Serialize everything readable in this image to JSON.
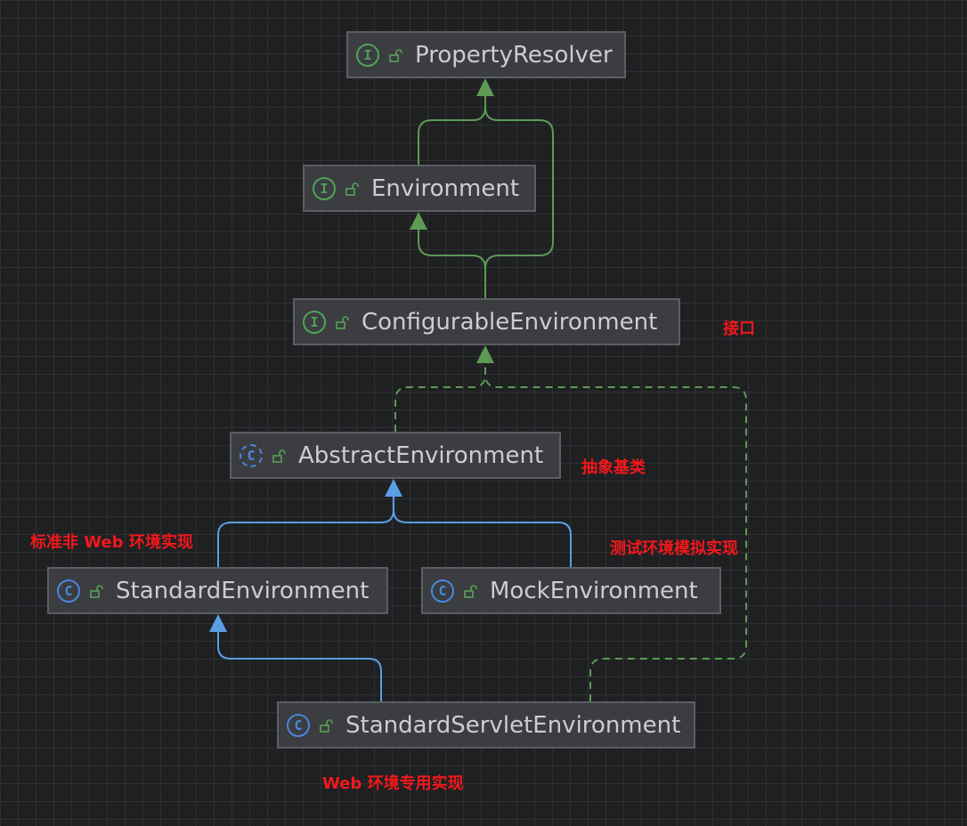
{
  "diagram": {
    "nodes": {
      "property_resolver": {
        "label": "PropertyResolver",
        "kind": "interface",
        "icon": "I"
      },
      "environment": {
        "label": "Environment",
        "kind": "interface",
        "icon": "I"
      },
      "configurable_environment": {
        "label": "ConfigurableEnvironment",
        "kind": "interface",
        "icon": "I"
      },
      "abstract_environment": {
        "label": "AbstractEnvironment",
        "kind": "abstract-class",
        "icon": "C"
      },
      "standard_environment": {
        "label": "StandardEnvironment",
        "kind": "class",
        "icon": "C"
      },
      "mock_environment": {
        "label": "MockEnvironment",
        "kind": "class",
        "icon": "C"
      },
      "standard_servlet_environment": {
        "label": "StandardServletEnvironment",
        "kind": "class",
        "icon": "C"
      }
    },
    "relations": [
      {
        "from": "Environment",
        "to": "PropertyResolver",
        "type": "extends"
      },
      {
        "from": "ConfigurableEnvironment",
        "to": "Environment",
        "type": "extends"
      },
      {
        "from": "ConfigurableEnvironment",
        "to": "PropertyResolver",
        "type": "extends"
      },
      {
        "from": "AbstractEnvironment",
        "to": "ConfigurableEnvironment",
        "type": "implements"
      },
      {
        "from": "StandardServletEnvironment",
        "to": "ConfigurableEnvironment",
        "type": "implements"
      },
      {
        "from": "StandardEnvironment",
        "to": "AbstractEnvironment",
        "type": "extends"
      },
      {
        "from": "MockEnvironment",
        "to": "AbstractEnvironment",
        "type": "extends"
      },
      {
        "from": "StandardServletEnvironment",
        "to": "StandardEnvironment",
        "type": "extends"
      }
    ],
    "annotations": {
      "interface": "接口",
      "abstract_base": "抽象基类",
      "standard_non_web": "标准非 Web 环境实现",
      "test_mock": "测试环境模拟实现",
      "web_specific": "Web 环境专用实现"
    }
  },
  "colors": {
    "background": "#1f2022",
    "node_fill": "#3b3d40",
    "node_border": "#5b5e62",
    "interface_edge": "#5d9a55",
    "class_edge": "#5a9ee6",
    "annotation_text": "#f2171b"
  }
}
